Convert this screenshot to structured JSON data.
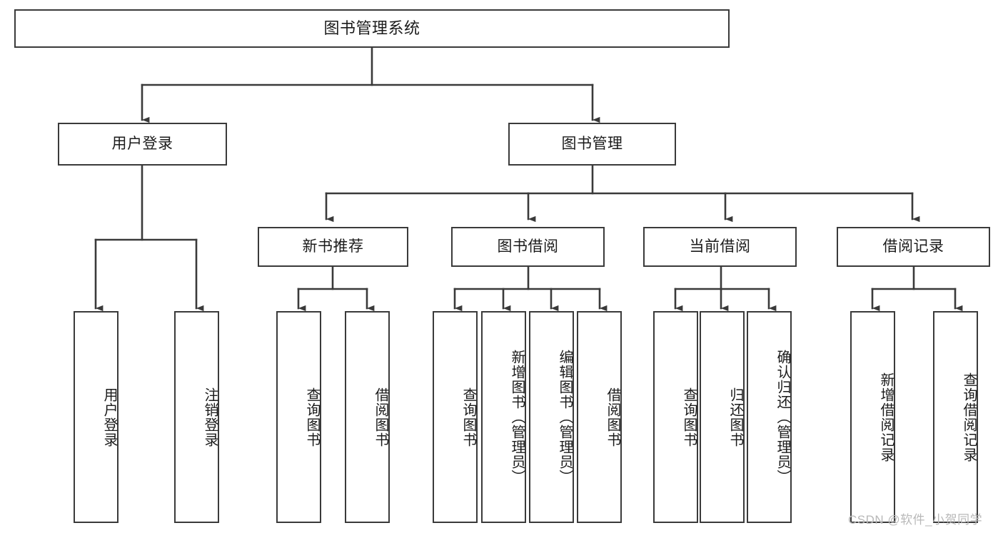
{
  "diagram": {
    "title": "图书管理系统",
    "type": "tree-hierarchy-chart",
    "line_color": "#3a3a3a",
    "box_fill": "#ffffff",
    "text_color": "#1b1b1b"
  },
  "watermark": {
    "text": "CSDN @软件_小贺同学",
    "color": "#b8b8b8"
  },
  "nodes": {
    "root": {
      "label": "图书管理系统"
    },
    "level2": [
      {
        "label": "用户登录"
      },
      {
        "label": "图书管理"
      }
    ],
    "level3": [
      {
        "label": "新书推荐"
      },
      {
        "label": "图书借阅"
      },
      {
        "label": "当前借阅"
      },
      {
        "label": "借阅记录"
      }
    ],
    "leaves": {
      "user_login": [
        {
          "label": "用户登录"
        },
        {
          "label": "注销登录"
        }
      ],
      "new_book_recommend": [
        {
          "label": "查询图书"
        },
        {
          "label": "借阅图书"
        }
      ],
      "book_borrow": [
        {
          "label": "查询图书"
        },
        {
          "label": "新增图书（管理员）"
        },
        {
          "label": "编辑图书（管理员）"
        },
        {
          "label": "借阅图书"
        }
      ],
      "current_borrow": [
        {
          "label": "查询图书"
        },
        {
          "label": "归还图书"
        },
        {
          "label": "确认归还（管理员）"
        }
      ],
      "borrow_record": [
        {
          "label": "新增借阅记录"
        },
        {
          "label": "查询借阅记录"
        }
      ]
    }
  }
}
